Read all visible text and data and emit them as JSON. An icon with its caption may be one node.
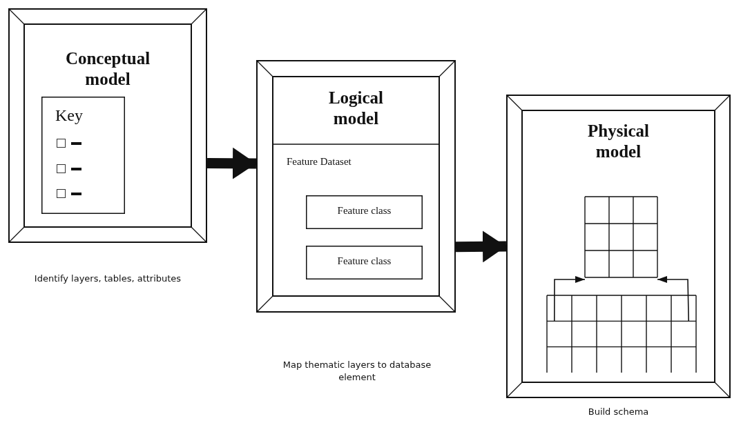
{
  "diagram": {
    "nodes": [
      {
        "text": [
          "Conceptual model"
        ],
        "beside": [
          "Identify layers, tables, attributes"
        ]
      },
      {
        "text": [
          "Key"
        ],
        "in": 0
      },
      {
        "text": [
          "Logical model"
        ]
      },
      {
        "text": [
          "Feature Dataset"
        ],
        "in": 2
      },
      {
        "text": [
          "Feature class"
        ],
        "in": 3
      },
      {
        "text": [
          "Feature class"
        ],
        "in": 3
      },
      {
        "text": [
          "Physical model"
        ],
        "beside": [
          "Build schema"
        ]
      },
      {
        "text": [],
        "shape": "table",
        "in": 6
      },
      {
        "text": [],
        "shape": "table",
        "in": 6
      }
    ],
    "edges": [
      {
        "from": 0,
        "to": 2,
        "arrow": "to",
        "style": "thick"
      },
      {
        "from": 2,
        "to": 6,
        "arrow": "to",
        "style": "thick"
      },
      {
        "from": 8,
        "to": 7,
        "arrow": "to"
      },
      {
        "from": 8,
        "to": 7,
        "arrow": "to"
      }
    ],
    "labels": [
      "Map thematic layers to database element"
    ]
  }
}
